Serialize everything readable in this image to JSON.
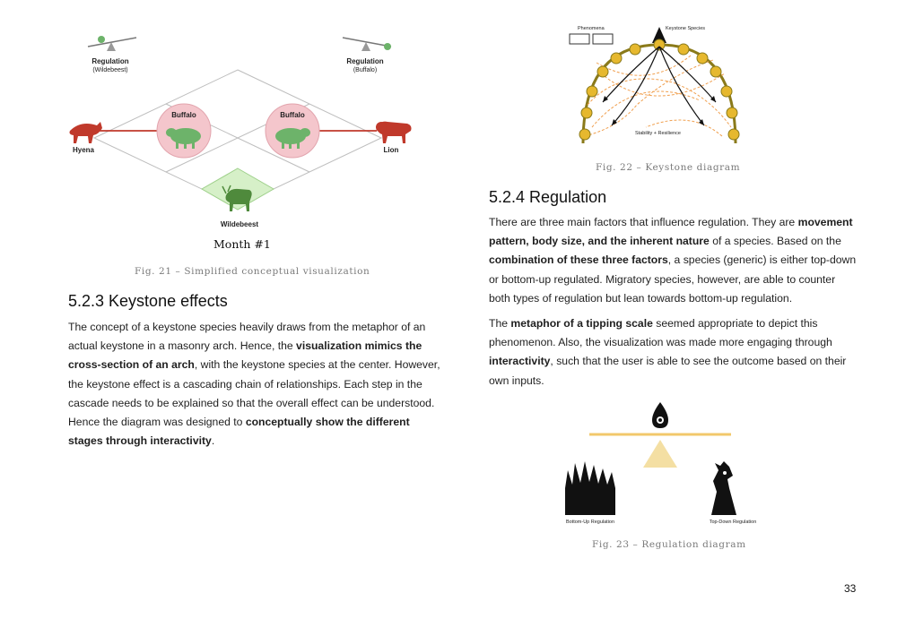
{
  "page_number": "33",
  "fig21": {
    "labels": {
      "regulation_left": "Regulation",
      "regulation_left_sub": "(Wildebeest)",
      "regulation_right": "Regulation",
      "regulation_right_sub": "(Buffalo)",
      "buffalo_left": "Buffalo",
      "buffalo_right": "Buffalo",
      "hyena": "Hyena",
      "lion": "Lion",
      "wildebeest": "Wildebeest"
    },
    "month": "Month #1",
    "caption": "Fig. 21 – Simplified conceptual visualization"
  },
  "section_523": {
    "heading": "5.2.3 Keystone effects",
    "runs": [
      {
        "text": "The concept of a keystone species heavily draws from the metaphor of an actual keystone in a masonry arch. Hence, the ",
        "bold": false
      },
      {
        "text": "visualization mimics the cross-section of an arch",
        "bold": true
      },
      {
        "text": ", with the keystone species at the center. However, the keystone effect is a cascading chain of relationships. Each step in the cascade needs to be explained so that the overall effect can be understood. Hence the diagram was designed to ",
        "bold": false
      },
      {
        "text": "conceptually show the different stages through interactivity",
        "bold": true
      },
      {
        "text": ".",
        "bold": false
      }
    ]
  },
  "fig22": {
    "labels": {
      "phenomena": "Phenomena",
      "keystone_species": "Keystone Species",
      "stability": "Stability + Resilience"
    },
    "caption": "Fig. 22 – Keystone diagram"
  },
  "section_524": {
    "heading": "5.2.4 Regulation",
    "para1": [
      {
        "text": "There are three main factors that influence regulation. They are ",
        "bold": false
      },
      {
        "text": "movement pattern, body size, and the inherent nature",
        "bold": true
      },
      {
        "text": " of a species. Based on the ",
        "bold": false
      },
      {
        "text": "combination of these three factors",
        "bold": true
      },
      {
        "text": ", a species (generic) is either top-down or bottom-up regulated. Migratory species, however, are able to counter both types of regulation but lean towards bottom-up regulation.",
        "bold": false
      }
    ],
    "para2": [
      {
        "text": "The ",
        "bold": false
      },
      {
        "text": "metaphor of a tipping scale",
        "bold": true
      },
      {
        "text": " seemed appropriate to depict this phenomenon. Also, the visualization was made more engaging through ",
        "bold": false
      },
      {
        "text": "interactivity",
        "bold": true
      },
      {
        "text": ", such that the user is able to see the outcome based on their own inputs.",
        "bold": false
      }
    ]
  },
  "fig23": {
    "labels": {
      "bottom_up": "Bottom-Up Regulation",
      "top_down": "Top-Down Regulation"
    },
    "caption": "Fig. 23 – Regulation diagram"
  },
  "colors": {
    "accent_red": "#c0392b",
    "buffalo_green": "#6db36a",
    "circle_pink": "#f4c6cc",
    "wildebeest_bg": "#d6f0c8",
    "keystone_gold": "#e6b82e",
    "arch_olive": "#8a7a1a",
    "dash_orange": "#f0a050",
    "scale_yellow": "#f2c86b",
    "scale_tri": "#f4dfa3"
  }
}
